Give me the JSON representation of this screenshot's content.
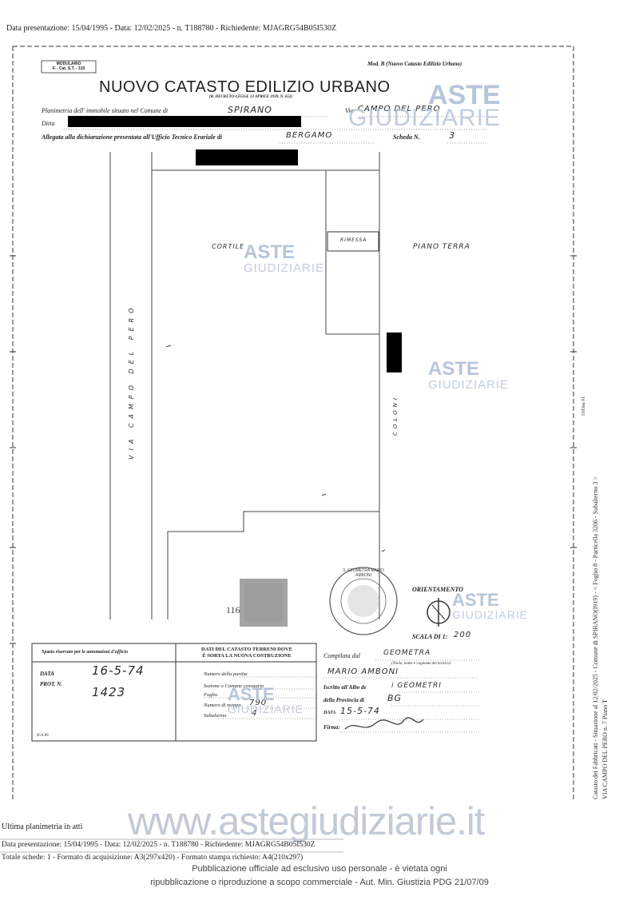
{
  "header": {
    "top_line": "Data presentazione: 15/04/1995 - Data: 12/02/2025 - n. T188780 - Richiedente: MJAGRG54B05I530Z"
  },
  "form": {
    "modulario_line1": "MODULARIO",
    "modulario_line2": "F. - Cat. S.T. - 315",
    "mod_b": "Mod. B (Nuovo Catasto Edilizio Urbano)",
    "title": "NUOVO CATASTO EDILIZIO URBANO",
    "decree": "(R. DECRETO-LEGGE 13 APRILE 1939, N. 652)",
    "planimetria_label": "Planimetria dell' immobile situato nel Comune di",
    "comune_value": "SPIRANO",
    "via_label": "Via",
    "via_value": "CAMPO DEL PERO",
    "ditta_label": "Ditta",
    "allegata_label": "Allegata alla dichiarazione presentata all'Ufficio Tecnico Erariale di",
    "ufficio_value": "BERGAMO",
    "scheda_label": "Scheda N.",
    "scheda_value": "3"
  },
  "plan": {
    "cortile": "CORTILE",
    "rimessa": "RIMESSA",
    "piano_terra": "PIANO TERRA",
    "via_vertical": "VIA CAMPO DEL PERO",
    "coloni_vertical": "COLONI",
    "orientamento": "ORIENTAMENTO",
    "scala_label": "SCALA DI 1:",
    "scala_value": "200",
    "stamp_text": "IL GEOMETRA MARIO AMBONI"
  },
  "bottom_box": {
    "left_header": "Spazio riservato per le annotazioni d'ufficio",
    "data_label": "DATA",
    "data_value": "16-5-74",
    "prot_label": "PROT. N.",
    "prot_value": "1423",
    "ica": "ICA 89",
    "mid_header_1": "DATI DEL CATASTO TERRENI DOVE",
    "mid_header_2": "È SORTA LA NUOVA COSTRUZIONE",
    "numero_partita": "Numero della partita",
    "sezione": "Sezione o Comune censuario",
    "foglio": "Foglio",
    "numero_mappa": "Numero di mappa",
    "numero_mappa_value": "790",
    "subalterno": "Subalterno",
    "subalterno_value": "4",
    "compilata_label": "Compilata dal",
    "compilata_value": "GEOMETRA",
    "compilata_note": "(Titolo, nome e cognome del tecnico)",
    "tecnico_name": "MARIO AMBONI",
    "iscritto_label": "Iscritto all'Albo de",
    "iscritto_value": "i GEOMETRI",
    "provincia_label": "della Provincia di",
    "provincia_value": "BG",
    "data2_label": "DATA",
    "data2_value": "15-5-74",
    "firma_label": "Firma:"
  },
  "footer": {
    "ultima": "Ultima planimetria in atti",
    "line1": "Data presentazione: 15/04/1995 - Data: 12/02/2025 - n. T188780 - Richiedente: MJAGRG54B05I530Z",
    "line2": "Totale schede: 1 - Formato di acquisizione: A3(297x420) - Formato stampa richiesto: A4(210x297)",
    "pub1": "Pubblicazione ufficiale ad esclusivo uso personale - è vietata ogni",
    "pub2": "ripubblicazione o riproduzione a scopo commerciale - Aut. Min. Giustizia PDG 21/07/09",
    "site": "www.astegiudiziarie.it"
  },
  "side": {
    "line1": "Catasto dei Fabbricati - Situazione al 12/02/2025 - Comune di SPIRANO(I919) - < Foglio 8 - Particella 3206 - Subalterno 3 >",
    "line2": "VIA CAMPO DEL PERO n. 7 Piano T",
    "code": "I183au 01"
  },
  "watermarks": {
    "aste": "ASTE",
    "giudiziarie": "GIUDIZIARIE"
  }
}
